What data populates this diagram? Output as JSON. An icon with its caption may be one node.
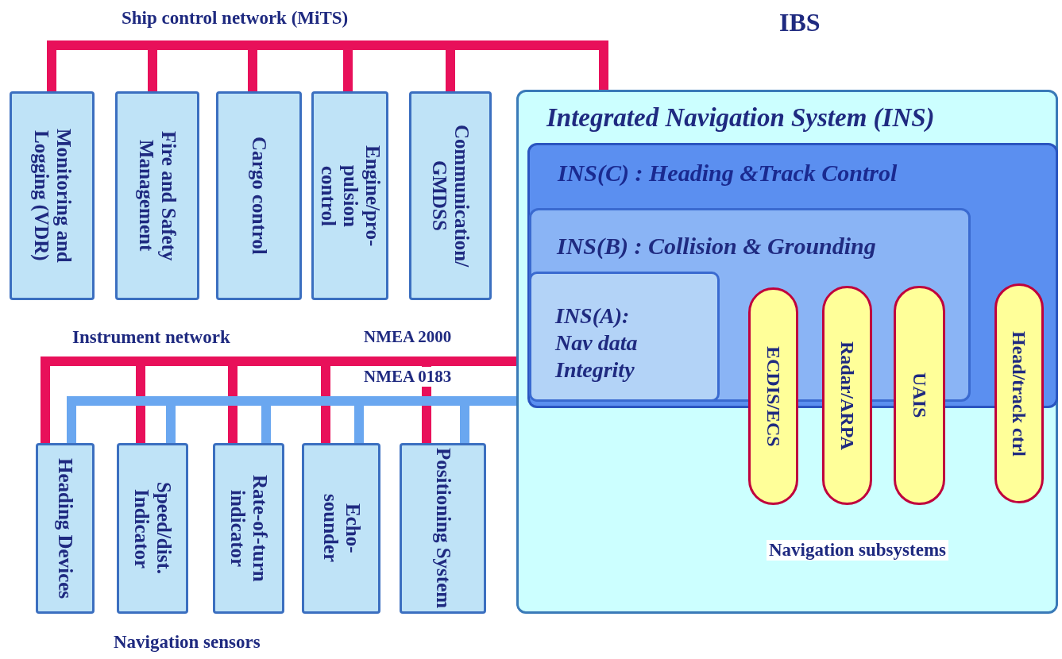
{
  "diagram": {
    "title": "IBS",
    "nodes": [
      {
        "text": [
          "Monitoring and Logging (VDR)"
        ]
      },
      {
        "text": [
          "Fire and Safety Management"
        ]
      },
      {
        "text": [
          "Cargo control"
        ]
      },
      {
        "text": [
          "Engine/pro- pulsion control"
        ]
      },
      {
        "text": [
          "Communication/ GMDSS"
        ]
      },
      {
        "text": [
          "Integrated Navigation System (INS)"
        ]
      },
      {
        "text": [
          "INS(C) : Heading &Track Control"
        ],
        "in": 5
      },
      {
        "text": [
          "INS(B) : Collision & Grounding"
        ],
        "in": 6
      },
      {
        "text": [
          "INS(A): Nav data Integrity"
        ],
        "in": 7
      },
      {
        "text": [
          "ECDIS/ECS"
        ],
        "in": 5
      },
      {
        "text": [
          "Radar/ARPA"
        ],
        "in": 5
      },
      {
        "text": [
          "UAIS"
        ],
        "in": 5
      },
      {
        "text": [
          "Head/track ctrl"
        ],
        "in": 5
      },
      {
        "text": [
          "Heading Devices"
        ]
      },
      {
        "text": [
          "Speed/dist. Indicator"
        ]
      },
      {
        "text": [
          "Rate-of-turn indicator"
        ]
      },
      {
        "text": [
          "Echo- sounder"
        ]
      },
      {
        "text": [
          "Positioning System"
        ]
      }
    ],
    "edges": [
      {
        "from": 0,
        "to": 5,
        "arrow": "none"
      },
      {
        "from": 1,
        "to": 5,
        "arrow": "none"
      },
      {
        "from": 2,
        "to": 5,
        "arrow": "none"
      },
      {
        "from": 3,
        "to": 5,
        "arrow": "none"
      },
      {
        "from": 4,
        "to": 5,
        "arrow": "none"
      },
      {
        "from": 13,
        "to": 5,
        "arrow": "none"
      },
      {
        "from": 14,
        "to": 5,
        "arrow": "none"
      },
      {
        "from": 15,
        "to": 5,
        "arrow": "none"
      },
      {
        "from": 16,
        "to": 5,
        "arrow": "none"
      },
      {
        "from": 17,
        "to": 5,
        "arrow": "none"
      },
      {
        "from": 13,
        "to": 5,
        "arrow": "none",
        "color": "#6aa7f0"
      },
      {
        "from": 14,
        "to": 5,
        "arrow": "none",
        "color": "#6aa7f0"
      },
      {
        "from": 15,
        "to": 5,
        "arrow": "none",
        "color": "#6aa7f0"
      },
      {
        "from": 16,
        "to": 5,
        "arrow": "none",
        "color": "#6aa7f0"
      },
      {
        "from": 17,
        "to": 5,
        "arrow": "none",
        "color": "#6aa7f0"
      }
    ],
    "labels": [
      "Ship control network (MiTS)",
      "Instrument network",
      "NMEA 2000",
      "NMEA 0183",
      "Navigation subsystems",
      "Navigation sensors"
    ]
  }
}
